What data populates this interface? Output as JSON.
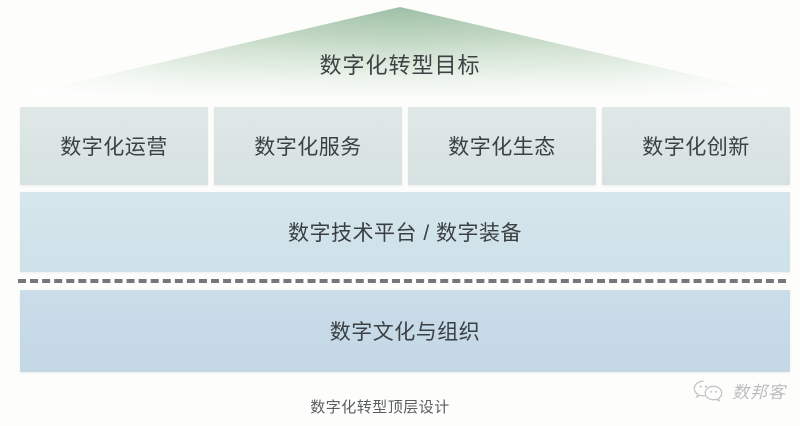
{
  "diagram": {
    "title": "数字化转型顶层设计",
    "roof": {
      "label": "数字化转型目标",
      "icon": "triangle-roof-icon",
      "color_top": "#9dbfa5",
      "color_bottom": "#f4f8f5"
    },
    "pillars": [
      {
        "label": "数字化运营"
      },
      {
        "label": "数字化服务"
      },
      {
        "label": "数字化生态"
      },
      {
        "label": "数字化创新"
      }
    ],
    "platform": {
      "label": "数字技术平台 / 数字装备",
      "color": "#d2e4ea"
    },
    "divider": {
      "style": "dashed",
      "color": "#585c5e"
    },
    "foundation": {
      "label": "数字文化与组织",
      "color": "#c8dbe8"
    },
    "pillar_color": "#dce6e4",
    "text_color": "#3b4043"
  },
  "watermark": {
    "icon": "wechat-bubbles-icon",
    "text": "数邦客",
    "color": "#8b8f91"
  }
}
